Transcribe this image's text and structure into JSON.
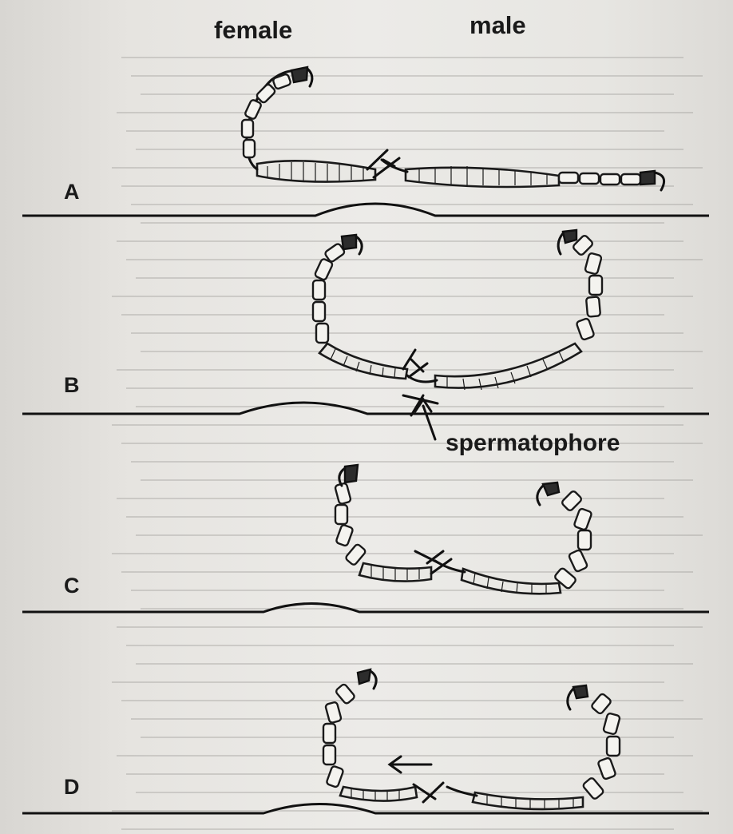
{
  "labels": {
    "female": "female",
    "male": "male",
    "spermatophore": "spermatophore"
  },
  "panels": [
    {
      "letter": "A"
    },
    {
      "letter": "B"
    },
    {
      "letter": "C"
    },
    {
      "letter": "D"
    }
  ]
}
